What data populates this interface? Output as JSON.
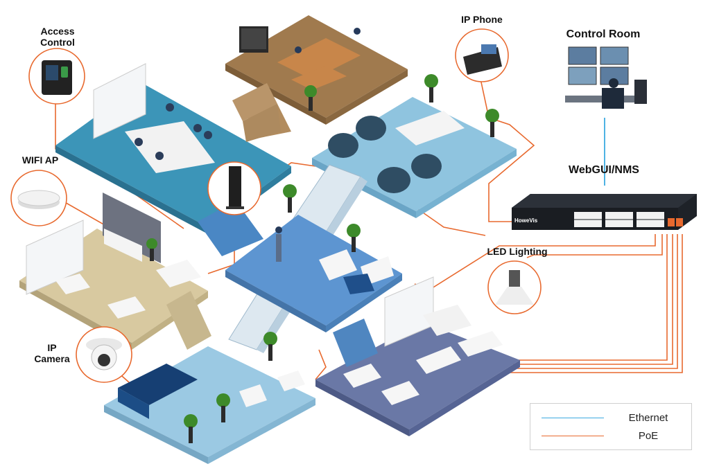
{
  "labels": {
    "access_control": "Access\nControl",
    "ip_phone": "IP Phone",
    "control_room": "Control Room",
    "wifi_ap": "WIFI AP",
    "webgui_nms": "WebGUI/NMS",
    "led_lighting": "LED Lighting",
    "ip_camera": "IP\nCamera"
  },
  "switch": {
    "brand": "HoweVis"
  },
  "legend": [
    {
      "label": "Ethernet",
      "color": "#3ba9e0"
    },
    {
      "label": "PoE",
      "color": "#e8692e"
    }
  ],
  "colors": {
    "poe": "#e8692e",
    "ethernet": "#3ba9e0",
    "meeting_floor": "#3c95b8",
    "top_office_floor": "#a07a4e",
    "lounge_floor": "#8fc4df",
    "hall_floor": "#5d95d1",
    "tan_office_floor": "#d8c9a0",
    "reception_floor": "#9bc9e3",
    "open_office_floor": "#6a78a6",
    "switch_body": "#1e2228"
  }
}
